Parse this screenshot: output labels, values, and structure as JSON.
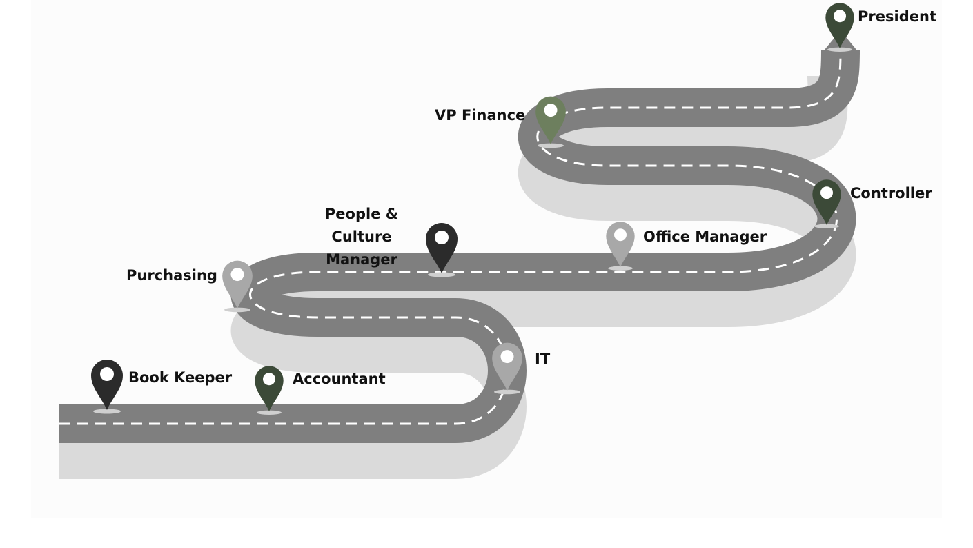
{
  "milestones": [
    {
      "id": "book-keeper",
      "label": "Book Keeper",
      "pin_color": "#2b2b2b"
    },
    {
      "id": "accountant",
      "label": "Accountant",
      "pin_color": "#3c4a38"
    },
    {
      "id": "it",
      "label": "IT",
      "pin_color": "#a8a8a8"
    },
    {
      "id": "purchasing",
      "label": "Purchasing",
      "pin_color": "#a8a8a8"
    },
    {
      "id": "people-culture-manager",
      "label_lines": [
        "People &",
        "Culture",
        "Manager"
      ],
      "pin_color": "#2b2b2b"
    },
    {
      "id": "office-manager",
      "label": "Office Manager",
      "pin_color": "#a8a8a8"
    },
    {
      "id": "controller",
      "label": "Controller",
      "pin_color": "#3c4a38"
    },
    {
      "id": "vp-finance",
      "label": "VP Finance",
      "pin_color": "#6d7f5e"
    },
    {
      "id": "president",
      "label": "President",
      "pin_color": "#3c4a38"
    }
  ],
  "colors": {
    "road": "#7f7f7f",
    "road_side": "#dadada",
    "lane_marking": "#ffffff"
  },
  "icons": {
    "pin": "map-pin-icon",
    "arrow": "road-arrow-icon"
  }
}
